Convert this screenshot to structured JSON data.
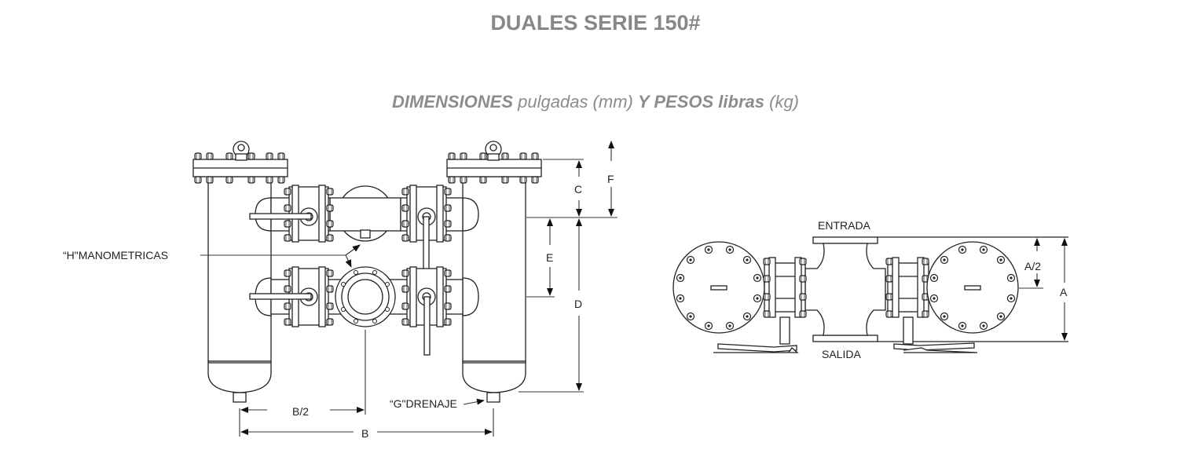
{
  "title": "DUALES SERIE 150#",
  "subtitle": {
    "part1": "DIMENSIONES",
    "part2": " pulgadas (mm) ",
    "part3": "Y PESOS libras",
    "part4": " (kg)"
  },
  "front_view": {
    "labels": {
      "manometricas": "“H\"MANOMETRICAS",
      "drenaje": "“G\"DRENAJE",
      "b_half": "B/2",
      "b": "B",
      "c": "C",
      "d": "D",
      "e": "E",
      "f": "F"
    }
  },
  "top_view": {
    "labels": {
      "entrada": "ENTRADA",
      "salida": "SALIDA",
      "a_half": "A/2",
      "a": "A"
    }
  },
  "colors": {
    "title": "#878787",
    "line": "#222222"
  }
}
